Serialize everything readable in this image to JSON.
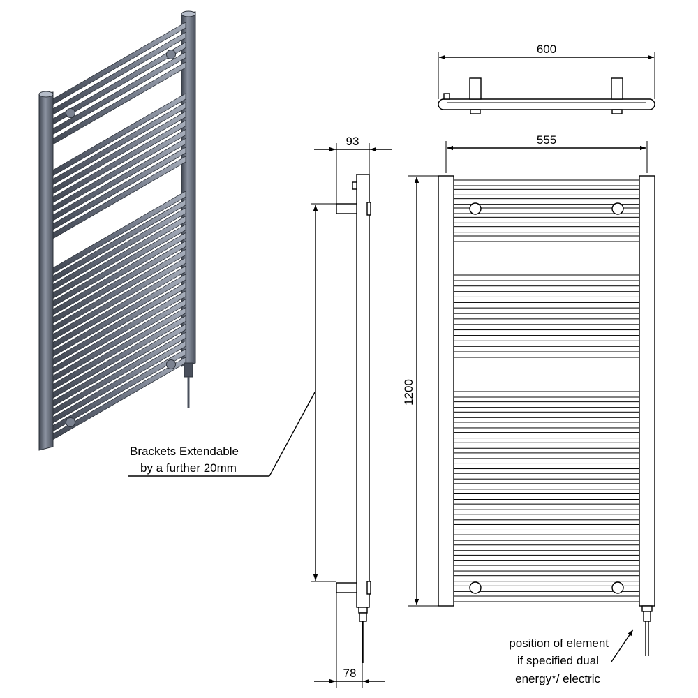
{
  "dimensions": {
    "overall_width": "600",
    "centres_width": "555",
    "projection": "93",
    "height": "1200",
    "wall_offset": "78"
  },
  "notes": {
    "brackets_line1": "Brackets Extendable",
    "brackets_line2": "by a further 20mm",
    "element_line1": "position of element",
    "element_line2": "if specified dual",
    "element_line3": "energy*/ electric"
  },
  "colors": {
    "radiator_fill": "#5f6675",
    "radiator_highlight": "#a9b0bd",
    "radiator_shadow": "#3e444f",
    "line": "#000000"
  }
}
